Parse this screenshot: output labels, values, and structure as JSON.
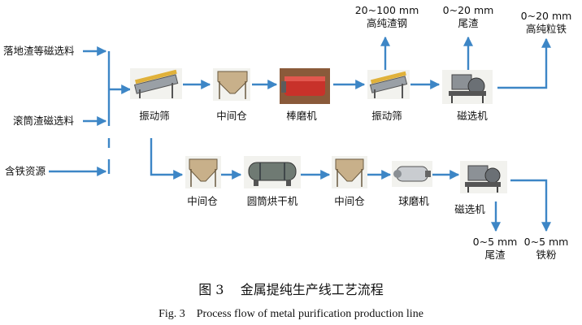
{
  "inputs": {
    "ground_slag": "落地渣等磁选料",
    "drum_slag": "滚筒渣磁选料",
    "iron_resource": "含铁资源"
  },
  "top_line": {
    "screen1": "振动筛",
    "bin1": "中间仓",
    "rod_mill": "棒磨机",
    "screen2": "振动筛",
    "separator1": "磁选机"
  },
  "bottom_line": {
    "bin2": "中间仓",
    "dryer": "圆筒烘干机",
    "bin3": "中间仓",
    "ball_mill": "球磨机",
    "separator2": "磁选机"
  },
  "outputs": {
    "steel_size": "20~100 mm",
    "steel_name": "高纯渣钢",
    "tail1_size": "0~20 mm",
    "tail1_name": "尾渣",
    "pellet_size": "0~20 mm",
    "pellet_name": "高纯粒铁",
    "tail2_size": "0~5 mm",
    "tail2_name": "尾渣",
    "powder_size": "0~5 mm",
    "powder_name": "铁粉"
  },
  "caption": {
    "cn": "图 3    金属提纯生产线工艺流程",
    "en": "Fig. 3    Process flow of metal purification production line"
  },
  "colors": {
    "arrow": "#3d86c6",
    "photo_bg": "#f2f2ee",
    "rod_mill": "#c8322a",
    "dryer": "#6f7a73"
  }
}
